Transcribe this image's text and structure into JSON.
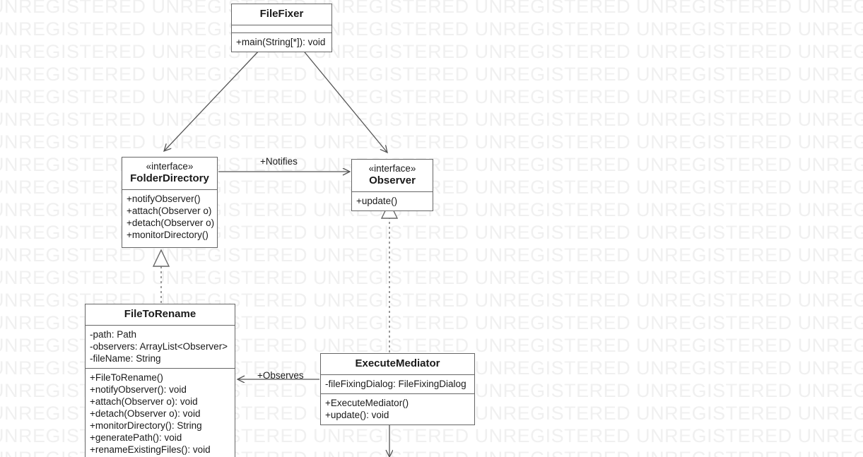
{
  "diagram": {
    "type": "uml-class-diagram",
    "background": "#ffffff",
    "stroke_color": "#666666",
    "text_color": "#1a1a1a",
    "watermark": {
      "text": "UNREGISTERED UNREGISTERED UNREGISTERED UNREGISTERED UNREGISTERED UNREGISTERED",
      "color": "#f0f0f0",
      "rows": 21
    }
  },
  "classes": {
    "file_fixer": {
      "name": "FileFixer",
      "stereotype": "",
      "attributes": [],
      "methods": [
        "+main(String[*]): void"
      ]
    },
    "folder_directory": {
      "name": "FolderDirectory",
      "stereotype": "«interface»",
      "attributes": [],
      "methods": [
        "+notifyObserver()",
        "+attach(Observer o)",
        "+detach(Observer o)",
        "+monitorDirectory()"
      ]
    },
    "observer": {
      "name": "Observer",
      "stereotype": "«interface»",
      "attributes": [],
      "methods": [
        "+update()"
      ]
    },
    "file_to_rename": {
      "name": "FileToRename",
      "stereotype": "",
      "attributes": [
        "-path: Path",
        "-observers: ArrayList<Observer>",
        "-fileName: String"
      ],
      "methods": [
        "+FileToRename()",
        "+notifyObserver(): void",
        "+attach(Observer o): void",
        "+detach(Observer o): void",
        "+monitorDirectory(): String",
        "+generatePath(): void",
        "+renameExistingFiles(): void"
      ]
    },
    "execute_mediator": {
      "name": "ExecuteMediator",
      "stereotype": "",
      "attributes": [
        "-fileFixingDialog: FileFixingDialog"
      ],
      "methods": [
        "+ExecuteMediator()",
        "+update(): void"
      ]
    }
  },
  "relationships": {
    "notifies": {
      "label": "+Notifies",
      "from": "FolderDirectory",
      "to": "Observer",
      "style": "association"
    },
    "observes": {
      "label": "+Observes",
      "from": "ExecuteMediator",
      "to": "FileToRename",
      "style": "association"
    },
    "fixer_to_folder": {
      "label": "",
      "from": "FileFixer",
      "to": "FolderDirectory",
      "style": "association"
    },
    "fixer_to_observer": {
      "label": "",
      "from": "FileFixer",
      "to": "Observer",
      "style": "association"
    },
    "file_realizes_folder": {
      "label": "",
      "from": "FileToRename",
      "to": "FolderDirectory",
      "style": "realization"
    },
    "mediator_realizes_observer": {
      "label": "",
      "from": "ExecuteMediator",
      "to": "Observer",
      "style": "realization"
    },
    "mediator_down": {
      "label": "",
      "from": "ExecuteMediator",
      "to": "",
      "style": "association"
    }
  }
}
